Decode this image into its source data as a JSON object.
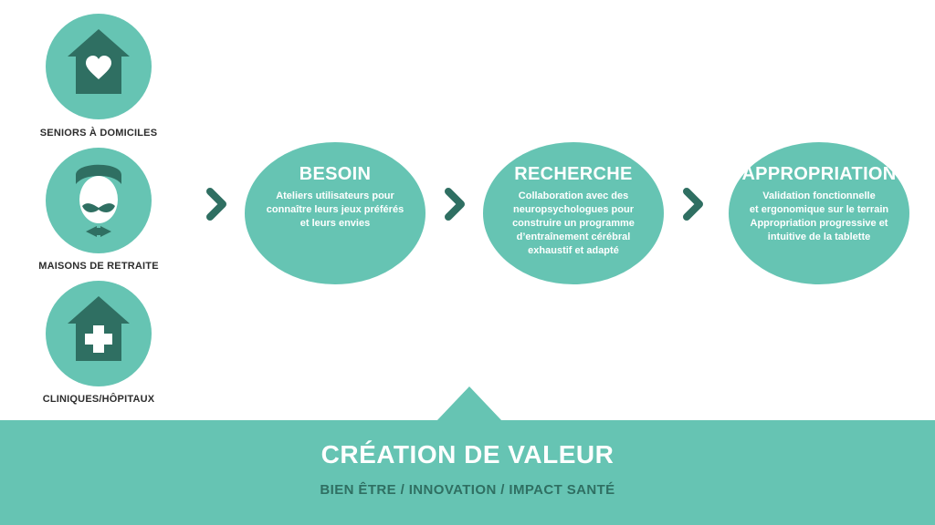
{
  "segments": [
    {
      "label": "SENIORS À DOMICILES",
      "icon": "house-heart-icon"
    },
    {
      "label": "MAISONS DE RETRAITE",
      "icon": "mustache-man-icon"
    },
    {
      "label": "CLINIQUES/HÔPITAUX",
      "icon": "house-medical-cross-icon"
    }
  ],
  "steps": [
    {
      "title": "BESOIN",
      "lines": [
        "Ateliers utilisateurs pour",
        "connaître leurs jeux préférés",
        "et leurs envies"
      ]
    },
    {
      "title": "RECHERCHE",
      "lines": [
        "Collaboration avec des",
        "neuropsychologues pour",
        "construire un programme",
        "d’entraînement cérébral",
        "exhaustif et adapté"
      ]
    },
    {
      "title": "APPROPRIATION",
      "lines": [
        "Validation fonctionnelle",
        "et ergonomique sur le terrain",
        "Appropriation progressive et",
        "intuitive de la tablette"
      ]
    }
  ],
  "banner": {
    "title": "CRÉATION DE VALEUR",
    "subtitle": "BIEN ÊTRE / INNOVATION / IMPACT SANTÉ"
  },
  "colors": {
    "accent": "#66c4b3",
    "dark_accent": "#2f6f62",
    "text": "#2d2d2d"
  }
}
